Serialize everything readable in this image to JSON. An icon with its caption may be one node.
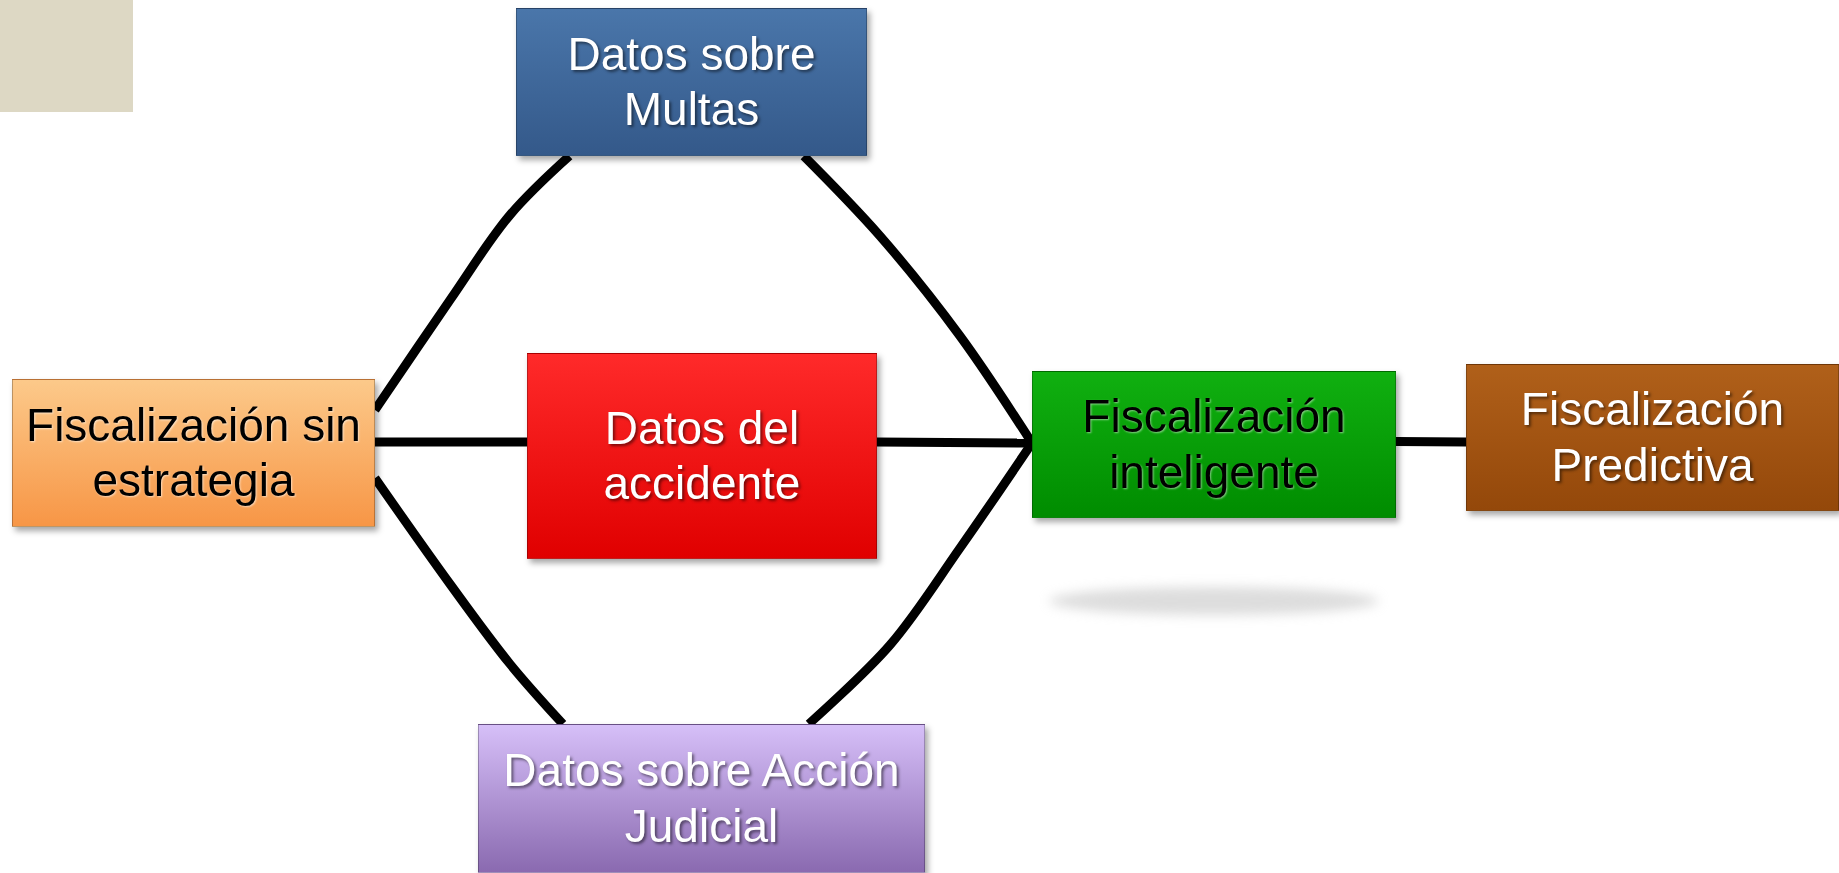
{
  "diagram": {
    "nodes": [
      {
        "text": [
          "Fiscalización sin estrategia"
        ]
      },
      {
        "text": [
          "Datos sobre Multas"
        ]
      },
      {
        "text": [
          "Datos del accidente"
        ]
      },
      {
        "text": [
          "Datos sobre Acción Judicial"
        ]
      },
      {
        "text": [
          "Fiscalización inteligente"
        ]
      },
      {
        "text": [
          "Fiscalización Predictiva"
        ]
      }
    ],
    "edges": [
      {
        "from": 0,
        "to": 1,
        "arrow": "none"
      },
      {
        "from": 0,
        "to": 2,
        "arrow": "none"
      },
      {
        "from": 0,
        "to": 3,
        "arrow": "none"
      },
      {
        "from": 1,
        "to": 4,
        "arrow": "none"
      },
      {
        "from": 2,
        "to": 4,
        "arrow": "none"
      },
      {
        "from": 3,
        "to": 4,
        "arrow": "none"
      },
      {
        "from": 4,
        "to": 5,
        "arrow": "none"
      }
    ]
  }
}
